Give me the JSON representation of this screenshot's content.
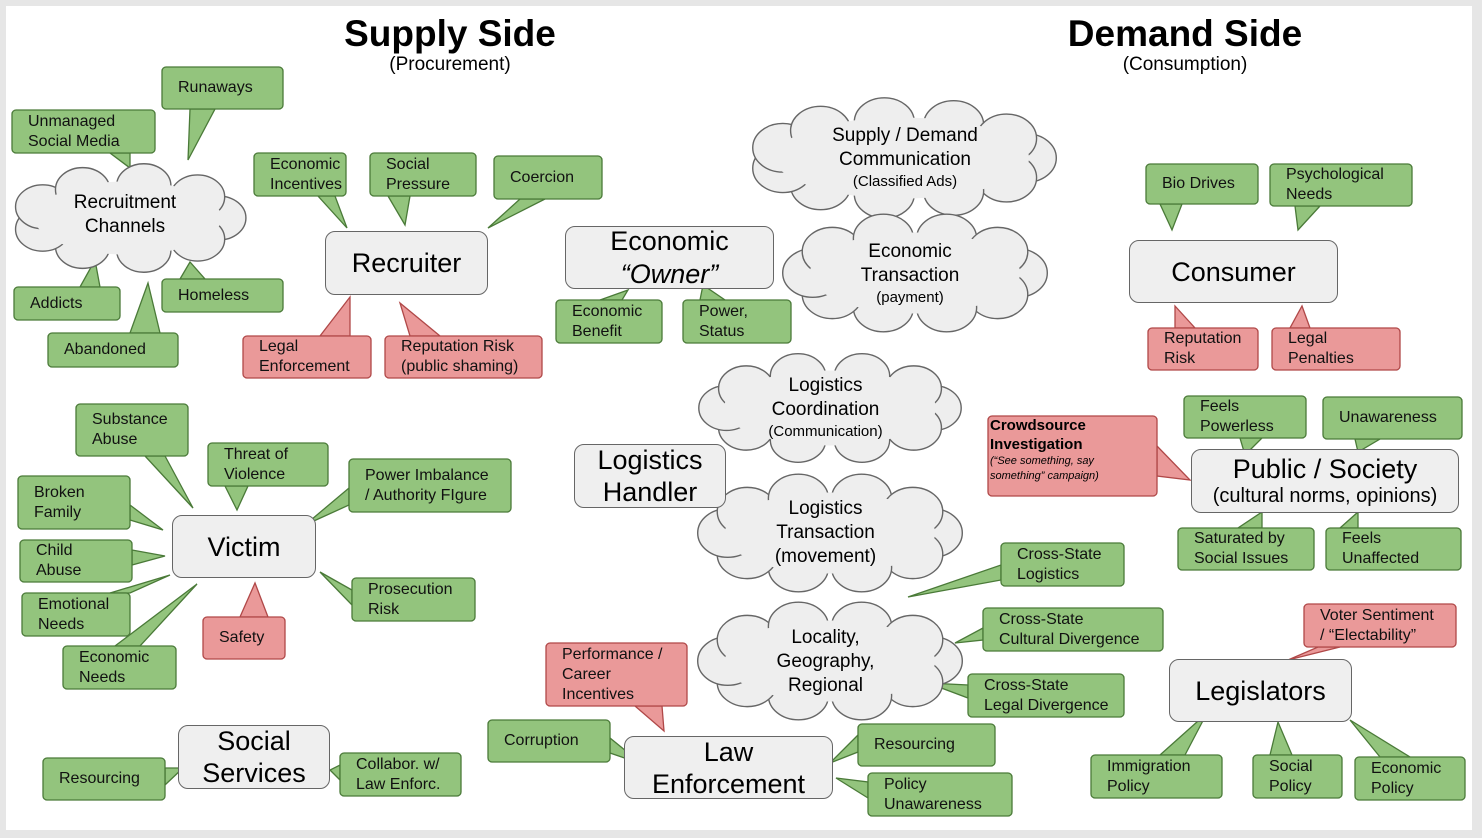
{
  "headers": {
    "supply_title": "Supply Side",
    "supply_sub": "(Procurement)",
    "demand_title": "Demand Side",
    "demand_sub": "(Consumption)"
  },
  "nodes": {
    "recruiter": "Recruiter",
    "economic_owner_1": "Economic",
    "economic_owner_2": "“Owner”",
    "consumer": "Consumer",
    "logistics_handler_1": "Logistics",
    "logistics_handler_2": "Handler",
    "public_society_1": "Public / Society",
    "public_society_2": "(cultural norms, opinions)",
    "victim": "Victim",
    "social_services_1": "Social",
    "social_services_2": "Services",
    "law_enforcement_1": "Law",
    "law_enforcement_2": "Enforcement",
    "legislators": "Legislators"
  },
  "clouds": {
    "recruitment_channels": [
      "Recruitment",
      "Channels"
    ],
    "supply_demand": [
      "Supply / Demand",
      "Communication"
    ],
    "supply_demand_small": "(Classified Ads)",
    "economic_transaction": [
      "Economic",
      "Transaction"
    ],
    "economic_transaction_small": "(payment)",
    "logistics_coordination": [
      "Logistics",
      "Coordination"
    ],
    "logistics_coordination_small": "(Communication)",
    "logistics_transaction": [
      "Logistics",
      "Transaction",
      "(movement)"
    ],
    "locality": [
      "Locality,",
      "Geography,",
      "Regional"
    ]
  },
  "callouts": {
    "unmanaged_social_media": [
      "Unmanaged",
      "Social Media"
    ],
    "runaways": "Runaways",
    "addicts": "Addicts",
    "homeless": "Homeless",
    "abandoned": "Abandoned",
    "economic_incentives": [
      "Economic",
      "Incentives"
    ],
    "social_pressure": [
      "Social",
      "Pressure"
    ],
    "coercion": "Coercion",
    "legal_enforcement": [
      "Legal",
      "Enforcement"
    ],
    "reputation_risk_shaming": [
      "Reputation Risk",
      "(public shaming)"
    ],
    "economic_benefit": [
      "Economic",
      "Benefit"
    ],
    "power_status": [
      "Power,",
      "Status"
    ],
    "bio_drives": "Bio Drives",
    "psychological_needs": [
      "Psychological",
      "Needs"
    ],
    "reputation_risk": [
      "Reputation",
      "Risk"
    ],
    "legal_penalties": [
      "Legal",
      "Penalties"
    ],
    "feels_powerless": [
      "Feels",
      "Powerless"
    ],
    "unawareness": "Unawareness",
    "crowdsource_title": [
      "Crowdsource",
      "Investigation"
    ],
    "crowdsource_note": [
      "(“See something, say",
      "something” campaign)"
    ],
    "saturated": [
      "Saturated by",
      "Social Issues"
    ],
    "feels_unaffected": [
      "Feels",
      "Unaffected"
    ],
    "substance_abuse": [
      "Substance",
      "Abuse"
    ],
    "threat_of_violence": [
      "Threat of",
      "Violence"
    ],
    "power_imbalance": [
      "Power Imbalance",
      "/ Authority FIgure"
    ],
    "broken_family": [
      "Broken",
      "Family"
    ],
    "child_abuse": [
      "Child",
      "Abuse"
    ],
    "emotional_needs": [
      "Emotional",
      "Needs"
    ],
    "economic_needs": [
      "Economic",
      "Needs"
    ],
    "safety": "Safety",
    "prosecution_risk": [
      "Prosecution",
      "Risk"
    ],
    "cross_state_logistics": [
      "Cross-State",
      "Logistics"
    ],
    "cross_state_cultural": [
      "Cross-State",
      "Cultural Divergence"
    ],
    "cross_state_legal": [
      "Cross-State",
      "Legal Divergence"
    ],
    "voter_sentiment": [
      "Voter Sentiment",
      "/ “Electability”"
    ],
    "performance_career": [
      "Performance /",
      "Career",
      "Incentives"
    ],
    "corruption": "Corruption",
    "resourcing_le": "Resourcing",
    "policy_unawareness": [
      "Policy",
      "Unawareness"
    ],
    "resourcing_ss": "Resourcing",
    "collabor": [
      "Collabor. w/",
      "Law Enforc."
    ],
    "immigration_policy": [
      "Immigration",
      "Policy"
    ],
    "social_policy": [
      "Social",
      "Policy"
    ],
    "economic_policy": [
      "Economic",
      "Policy"
    ]
  },
  "colors": {
    "green_fill": "#93c47d",
    "green_stroke": "#4a7a38",
    "red_fill": "#ea9999",
    "red_stroke": "#b04848",
    "node_fill": "#efefef",
    "cloud_fill": "#eeeeee",
    "stroke": "#666666"
  }
}
